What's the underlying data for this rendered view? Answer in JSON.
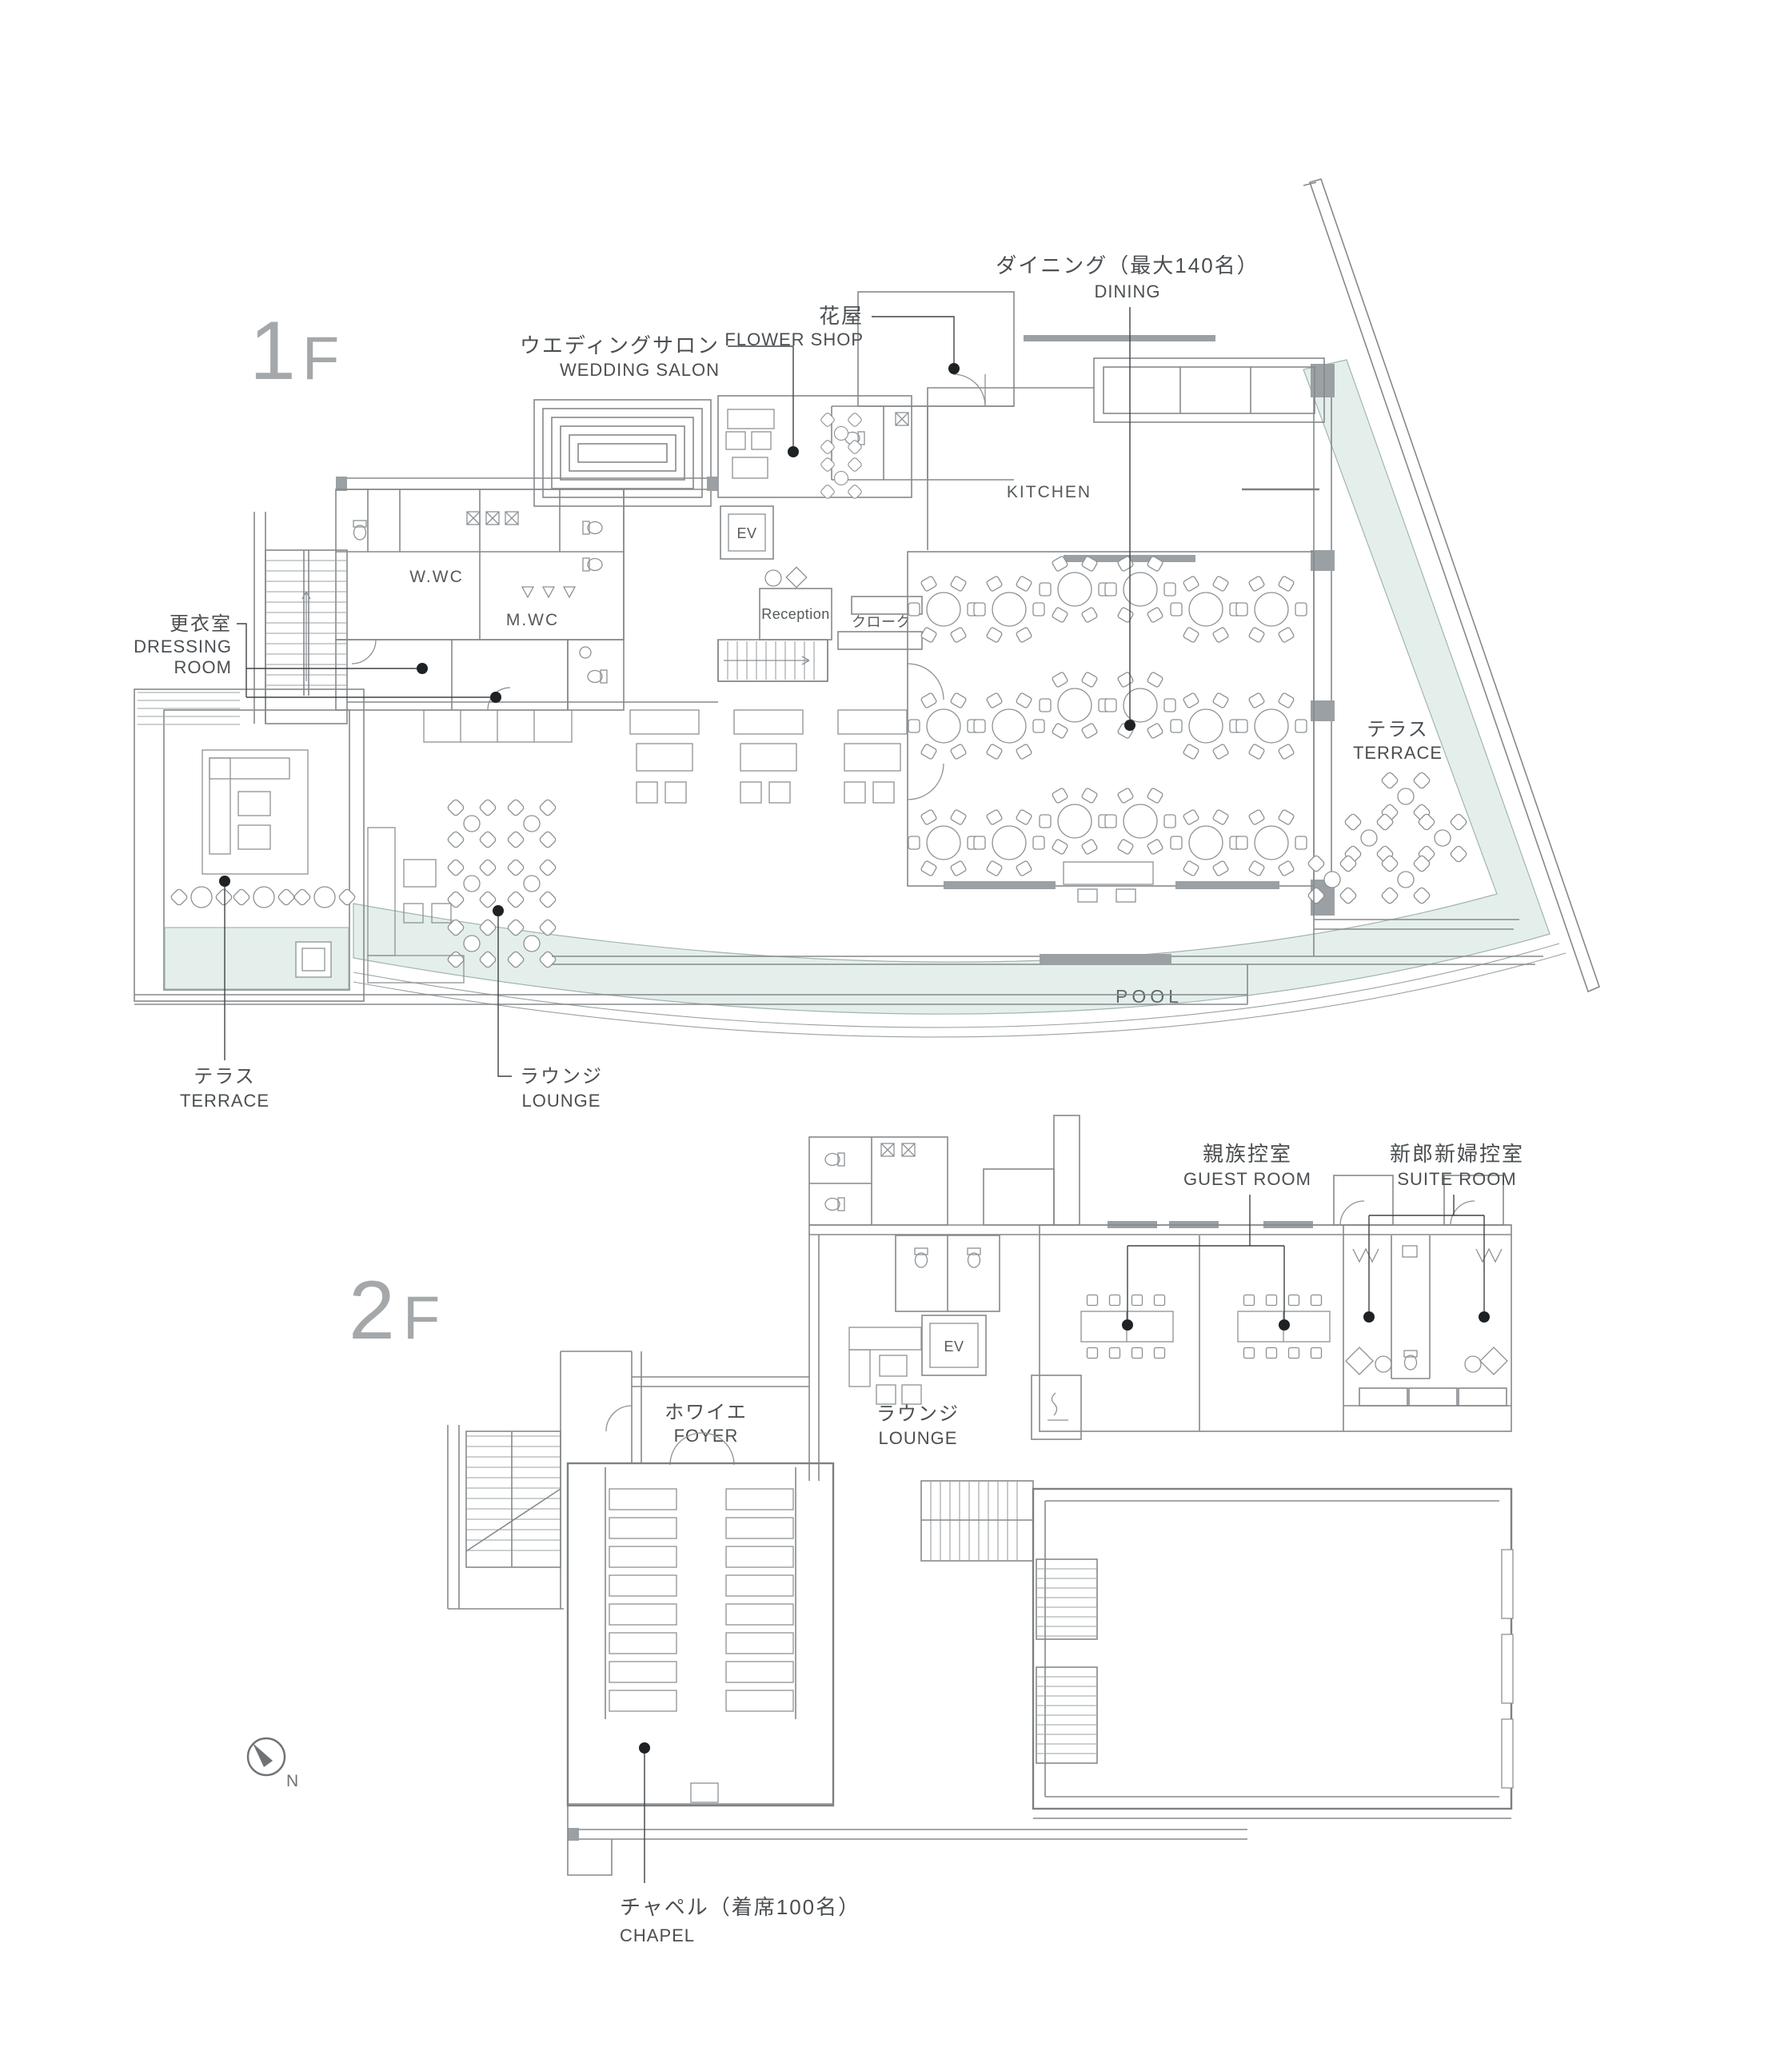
{
  "page": {
    "background": "#ffffff"
  },
  "colors": {
    "wall_line": "#85898c",
    "furniture_line": "#8d9194",
    "solid_wall": "#9aa0a3",
    "water_fill": "#e4efec",
    "label_text": "#4b4f52",
    "floor_label": "#a5a8aa",
    "leader_dot": "#1f2224"
  },
  "floor_1f": {
    "floor_label": {
      "number": "1",
      "suffix": "F"
    },
    "rooms": {
      "flower_shop": {
        "ja": "花屋",
        "en": "FLOWER SHOP"
      },
      "wedding_salon": {
        "ja": "ウエディングサロン",
        "en": "WEDDING SALON"
      },
      "dining": {
        "ja": "ダイニング（最大140名）",
        "en": "DINING"
      },
      "kitchen": {
        "en": "KITCHEN"
      },
      "womens_wc": {
        "en": "W.WC"
      },
      "mens_wc": {
        "en": "M.WC"
      },
      "dressing_room": {
        "ja": "更衣室",
        "en_line1": "DRESSING",
        "en_line2": "ROOM"
      },
      "reception": {
        "en": "Reception"
      },
      "cloak": {
        "ja": "クローク"
      },
      "elevator": {
        "en": "EV"
      },
      "terrace_right": {
        "ja": "テラス",
        "en": "TERRACE"
      },
      "terrace_left": {
        "ja": "テラス",
        "en": "TERRACE"
      },
      "lounge": {
        "ja": "ラウンジ",
        "en": "LOUNGE"
      },
      "pool": {
        "en": "POOL"
      }
    }
  },
  "floor_2f": {
    "floor_label": {
      "number": "2",
      "suffix": "F"
    },
    "rooms": {
      "guest_room": {
        "ja": "親族控室",
        "en": "GUEST ROOM"
      },
      "suite_room": {
        "ja": "新郎新婦控室",
        "en": "SUITE ROOM"
      },
      "foyer": {
        "ja": "ホワイエ",
        "en": "FOYER"
      },
      "lounge": {
        "ja": "ラウンジ",
        "en": "LOUNGE"
      },
      "chapel": {
        "ja": "チャペル（着席100名）",
        "en": "CHAPEL"
      },
      "elevator": {
        "en": "EV"
      }
    }
  },
  "compass": {
    "label": "N"
  }
}
